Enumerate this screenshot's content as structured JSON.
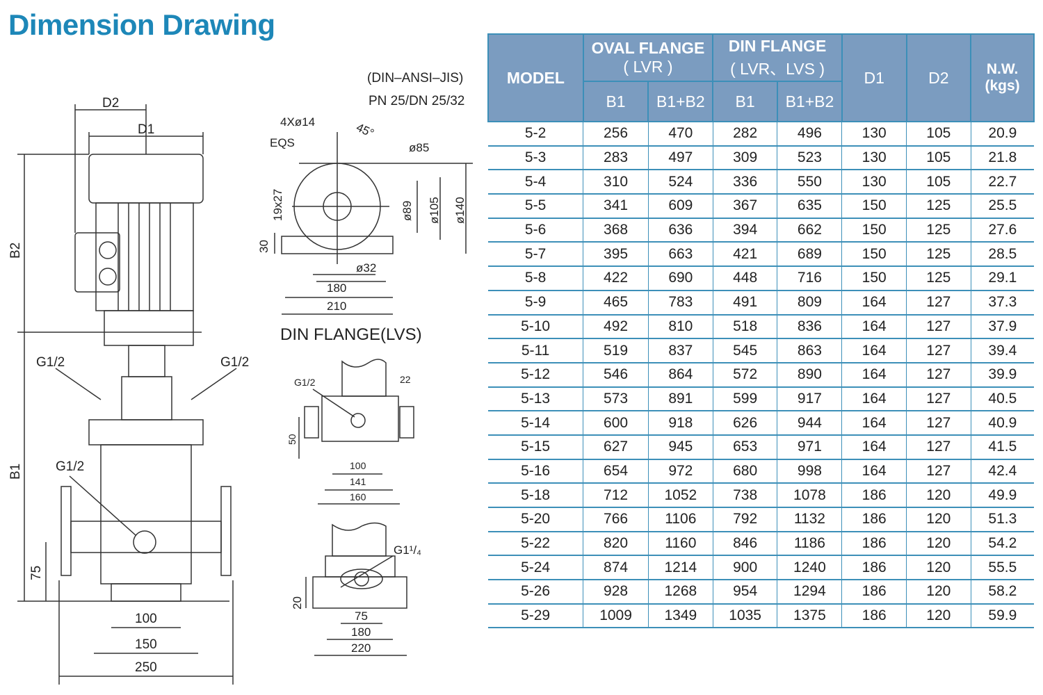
{
  "title": "Dimension Drawing",
  "left_drawing": {
    "D2": "D2",
    "D1": "D1",
    "B2": "B2",
    "B1": "B1",
    "g_left": "G1/2",
    "g_right": "G1/2",
    "g_inlet": "G1/2",
    "h75": "75",
    "w100": "100",
    "w150": "150",
    "w250": "250"
  },
  "flange_drawing": {
    "standard": "(DIN–ANSI–JIS)",
    "pressure": "PN 25/DN 25/32",
    "holes": "4Xø14",
    "eqs": "EQS",
    "angle": "45°",
    "d85": "ø85",
    "d89": "ø89",
    "d105": "ø105",
    "d140": "ø140",
    "slot": "19x27",
    "h30": "30",
    "d32": "ø32",
    "w180": "180",
    "w210": "210"
  },
  "lvs_drawing": {
    "title": "DIN FLANGE(LVS)",
    "g": "G1/2",
    "w22": "22",
    "h50": "50",
    "w100": "100",
    "w141": "141",
    "w160": "160"
  },
  "base_drawing": {
    "g": "G1¹/₄",
    "h20": "20",
    "w75": "75",
    "w180": "180",
    "w220": "220"
  },
  "table": {
    "headers": {
      "model": "MODEL",
      "oval": "OVAL FLANGE",
      "oval_sub": "( LVR )",
      "din": "DIN FLANGE",
      "din_sub": "( LVR、LVS )",
      "b1": "B1",
      "b1b2": "B1+B2",
      "d1": "D1",
      "d2": "D2",
      "nw": "N.W.",
      "nw_unit": "(kgs)"
    },
    "rows": [
      [
        "5-2",
        "256",
        "470",
        "282",
        "496",
        "130",
        "105",
        "20.9"
      ],
      [
        "5-3",
        "283",
        "497",
        "309",
        "523",
        "130",
        "105",
        "21.8"
      ],
      [
        "5-4",
        "310",
        "524",
        "336",
        "550",
        "130",
        "105",
        "22.7"
      ],
      [
        "5-5",
        "341",
        "609",
        "367",
        "635",
        "150",
        "125",
        "25.5"
      ],
      [
        "5-6",
        "368",
        "636",
        "394",
        "662",
        "150",
        "125",
        "27.6"
      ],
      [
        "5-7",
        "395",
        "663",
        "421",
        "689",
        "150",
        "125",
        "28.5"
      ],
      [
        "5-8",
        "422",
        "690",
        "448",
        "716",
        "150",
        "125",
        "29.1"
      ],
      [
        "5-9",
        "465",
        "783",
        "491",
        "809",
        "164",
        "127",
        "37.3"
      ],
      [
        "5-10",
        "492",
        "810",
        "518",
        "836",
        "164",
        "127",
        "37.9"
      ],
      [
        "5-11",
        "519",
        "837",
        "545",
        "863",
        "164",
        "127",
        "39.4"
      ],
      [
        "5-12",
        "546",
        "864",
        "572",
        "890",
        "164",
        "127",
        "39.9"
      ],
      [
        "5-13",
        "573",
        "891",
        "599",
        "917",
        "164",
        "127",
        "40.5"
      ],
      [
        "5-14",
        "600",
        "918",
        "626",
        "944",
        "164",
        "127",
        "40.9"
      ],
      [
        "5-15",
        "627",
        "945",
        "653",
        "971",
        "164",
        "127",
        "41.5"
      ],
      [
        "5-16",
        "654",
        "972",
        "680",
        "998",
        "164",
        "127",
        "42.4"
      ],
      [
        "5-18",
        "712",
        "1052",
        "738",
        "1078",
        "186",
        "120",
        "49.9"
      ],
      [
        "5-20",
        "766",
        "1106",
        "792",
        "1132",
        "186",
        "120",
        "51.3"
      ],
      [
        "5-22",
        "820",
        "1160",
        "846",
        "1186",
        "186",
        "120",
        "54.2"
      ],
      [
        "5-24",
        "874",
        "1214",
        "900",
        "1240",
        "186",
        "120",
        "55.5"
      ],
      [
        "5-26",
        "928",
        "1268",
        "954",
        "1294",
        "186",
        "120",
        "58.2"
      ],
      [
        "5-29",
        "1009",
        "1349",
        "1035",
        "1375",
        "186",
        "120",
        "59.9"
      ]
    ]
  }
}
